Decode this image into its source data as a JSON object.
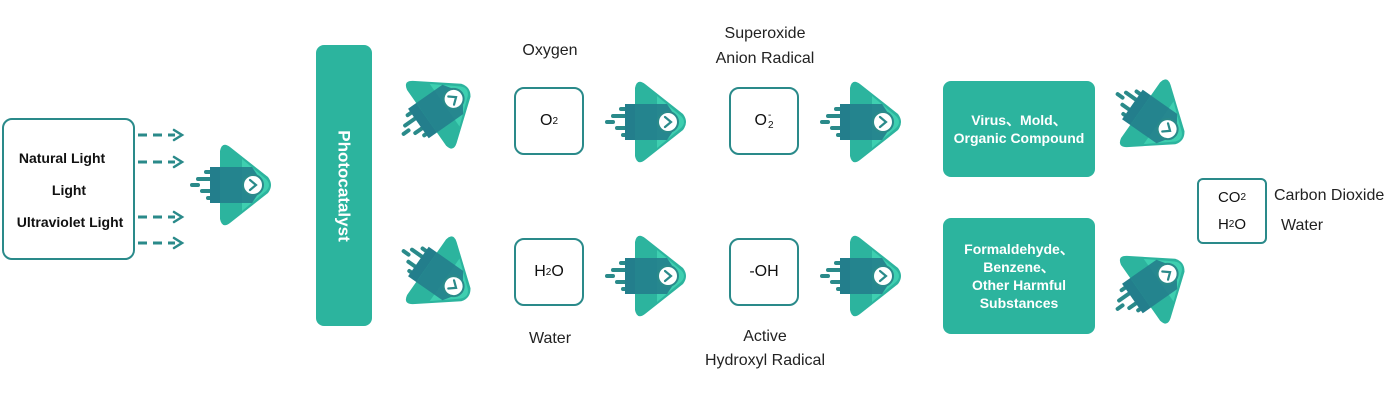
{
  "light_sources": [
    "Natural Light",
    "Light",
    "Ultraviolet Light"
  ],
  "catalyst": "Photocatalyst",
  "top": {
    "label": "Oxygen",
    "formula": {
      "base": "O",
      "sub": "2"
    },
    "product_label_line1": "Superoxide",
    "product_label_line2": "Anion Radical",
    "product_formula": {
      "base": "O",
      "sub": "2",
      "sup": "-"
    },
    "target_line1": "Virus、Mold、",
    "target_line2": "Organic Compound"
  },
  "bottom": {
    "label": "Water",
    "formula": {
      "base": "H",
      "sub": "2",
      "rest": "O"
    },
    "product_label_line1": "Active",
    "product_label_line2": "Hydroxyl Radical",
    "product_formula": "-OH",
    "target_line1": "Formaldehyde、",
    "target_line2": "Benzene、",
    "target_line3": "Other Harmful",
    "target_line4": "Substances"
  },
  "result": {
    "co2": {
      "base": "CO",
      "sub": "2"
    },
    "h2o": {
      "base": "H",
      "sub": "2",
      "rest": "O"
    },
    "co2_label": "Carbon Dioxide",
    "h2o_label": "Water"
  },
  "colors": {
    "teal_dark": "#2a8a8a",
    "teal": "#2cb49e",
    "teal_light": "#3ecfb0"
  }
}
